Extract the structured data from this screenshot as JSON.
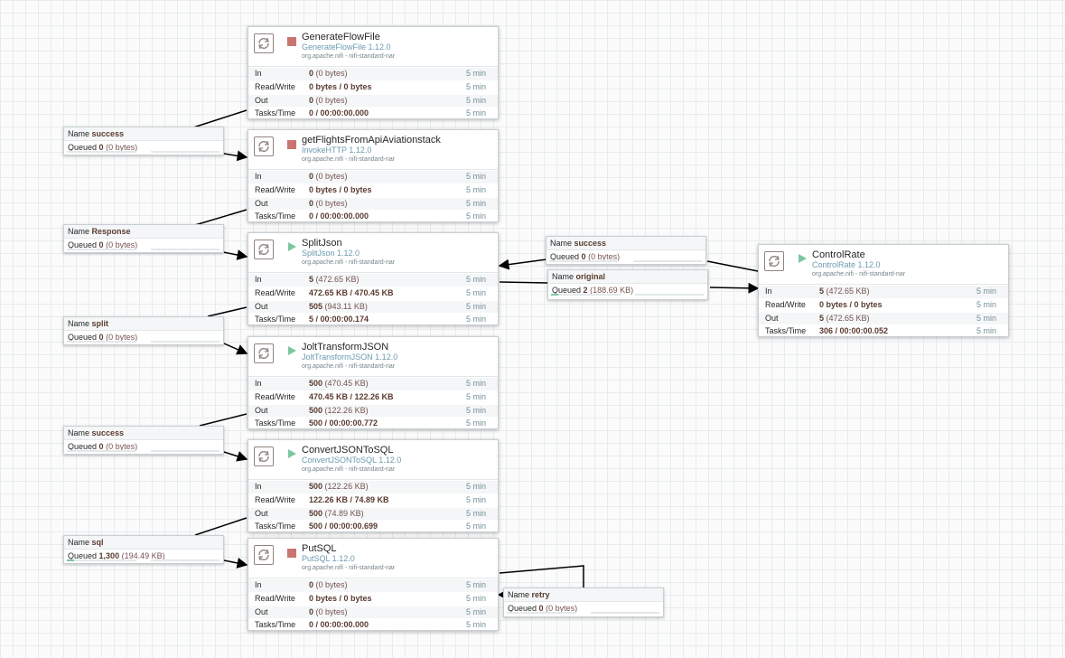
{
  "stat_labels": {
    "in": "In",
    "rw": "Read/Write",
    "out": "Out",
    "tasks": "Tasks/Time"
  },
  "conn_labels": {
    "name": "Name",
    "queued": "Queued"
  },
  "colors": {
    "stopped": "#c97670",
    "running": "#7dc7a0",
    "accent": "#728e9b"
  },
  "processors": [
    {
      "name": "GenerateFlowFile",
      "type": "GenerateFlowFile 1.12.0",
      "bundle": "org.apache.nifi - nifi-standard-nar",
      "state": "stopped",
      "in_count": "0",
      "in_size": "(0 bytes)",
      "rw": "0 bytes / 0 bytes",
      "out_count": "0",
      "out_size": "(0 bytes)",
      "tasks": "0 / 00:00:00.000",
      "window": "5 min"
    },
    {
      "name": "getFlightsFromApiAviationstack",
      "type": "InvokeHTTP 1.12.0",
      "bundle": "org.apache.nifi - nifi-standard-nar",
      "state": "stopped",
      "in_count": "0",
      "in_size": "(0 bytes)",
      "rw": "0 bytes / 0 bytes",
      "out_count": "0",
      "out_size": "(0 bytes)",
      "tasks": "0 / 00:00:00.000",
      "window": "5 min"
    },
    {
      "name": "SplitJson",
      "type": "SplitJson 1.12.0",
      "bundle": "org.apache.nifi - nifi-standard-nar",
      "state": "running",
      "in_count": "5",
      "in_size": "(472.65 KB)",
      "rw": "472.65 KB / 470.45 KB",
      "out_count": "505",
      "out_size": "(943.11 KB)",
      "tasks": "5 / 00:00:00.174",
      "window": "5 min"
    },
    {
      "name": "JoltTransformJSON",
      "type": "JoltTransformJSON 1.12.0",
      "bundle": "org.apache.nifi - nifi-standard-nar",
      "state": "running",
      "in_count": "500",
      "in_size": "(470.45 KB)",
      "rw": "470.45 KB / 122.26 KB",
      "out_count": "500",
      "out_size": "(122.26 KB)",
      "tasks": "500 / 00:00:00.772",
      "window": "5 min"
    },
    {
      "name": "ConvertJSONToSQL",
      "type": "ConvertJSONToSQL 1.12.0",
      "bundle": "org.apache.nifi - nifi-standard-nar",
      "state": "running",
      "in_count": "500",
      "in_size": "(122.26 KB)",
      "rw": "122.26 KB / 74.89 KB",
      "out_count": "500",
      "out_size": "(74.89 KB)",
      "tasks": "500 / 00:00:00.699",
      "window": "5 min"
    },
    {
      "name": "PutSQL",
      "type": "PutSQL 1.12.0",
      "bundle": "org.apache.nifi - nifi-standard-nar",
      "state": "stopped",
      "in_count": "0",
      "in_size": "(0 bytes)",
      "rw": "0 bytes / 0 bytes",
      "out_count": "0",
      "out_size": "(0 bytes)",
      "tasks": "0 / 00:00:00.000",
      "window": "5 min"
    },
    {
      "name": "ControlRate",
      "type": "ControlRate 1.12.0",
      "bundle": "org.apache.nifi - nifi-standard-nar",
      "state": "running",
      "in_count": "5",
      "in_size": "(472.65 KB)",
      "rw": "0 bytes / 0 bytes",
      "out_count": "5",
      "out_size": "(472.65 KB)",
      "tasks": "306 / 00:00:00.052",
      "window": "5 min"
    }
  ],
  "connections": [
    {
      "name": "success",
      "queued_count": "0",
      "queued_size": "(0 bytes)"
    },
    {
      "name": "Response",
      "queued_count": "0",
      "queued_size": "(0 bytes)"
    },
    {
      "name": "split",
      "queued_count": "0",
      "queued_size": "(0 bytes)"
    },
    {
      "name": "success",
      "queued_count": "0",
      "queued_size": "(0 bytes)"
    },
    {
      "name": "sql",
      "queued_count": "1,300",
      "queued_size": "(194.49 KB)"
    },
    {
      "name": "success",
      "queued_count": "0",
      "queued_size": "(0 bytes)"
    },
    {
      "name": "original",
      "queued_count": "2",
      "queued_size": "(188.69 KB)"
    },
    {
      "name": "retry",
      "queued_count": "0",
      "queued_size": "(0 bytes)"
    }
  ]
}
